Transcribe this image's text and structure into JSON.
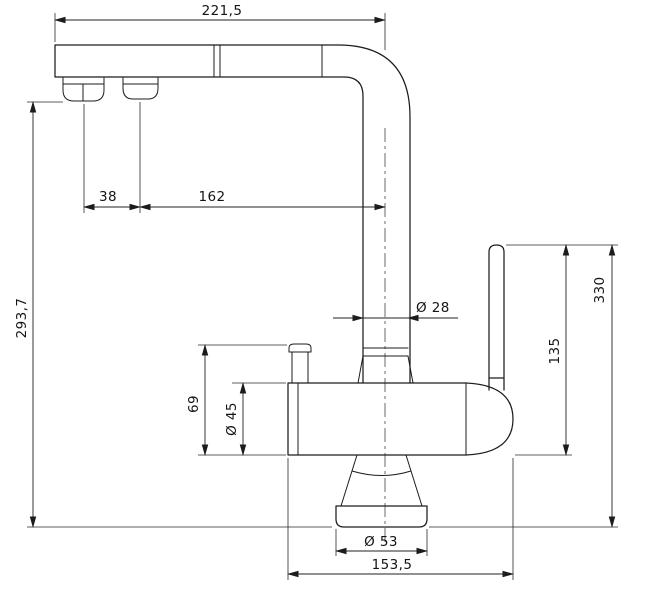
{
  "drawing": {
    "background": "#ffffff",
    "ink": "#1c1c1c",
    "dims": {
      "reach_total": "221,5",
      "aerator_offset": "38",
      "spout_reach": "162",
      "outlet_height": "293,7",
      "total_height": "330",
      "lever_height": "135",
      "spout_diameter": "Ø 28",
      "body_diameter": "Ø 45",
      "side_outlet_height": "69",
      "base_diameter": "Ø 53",
      "body_length": "153,5"
    }
  }
}
